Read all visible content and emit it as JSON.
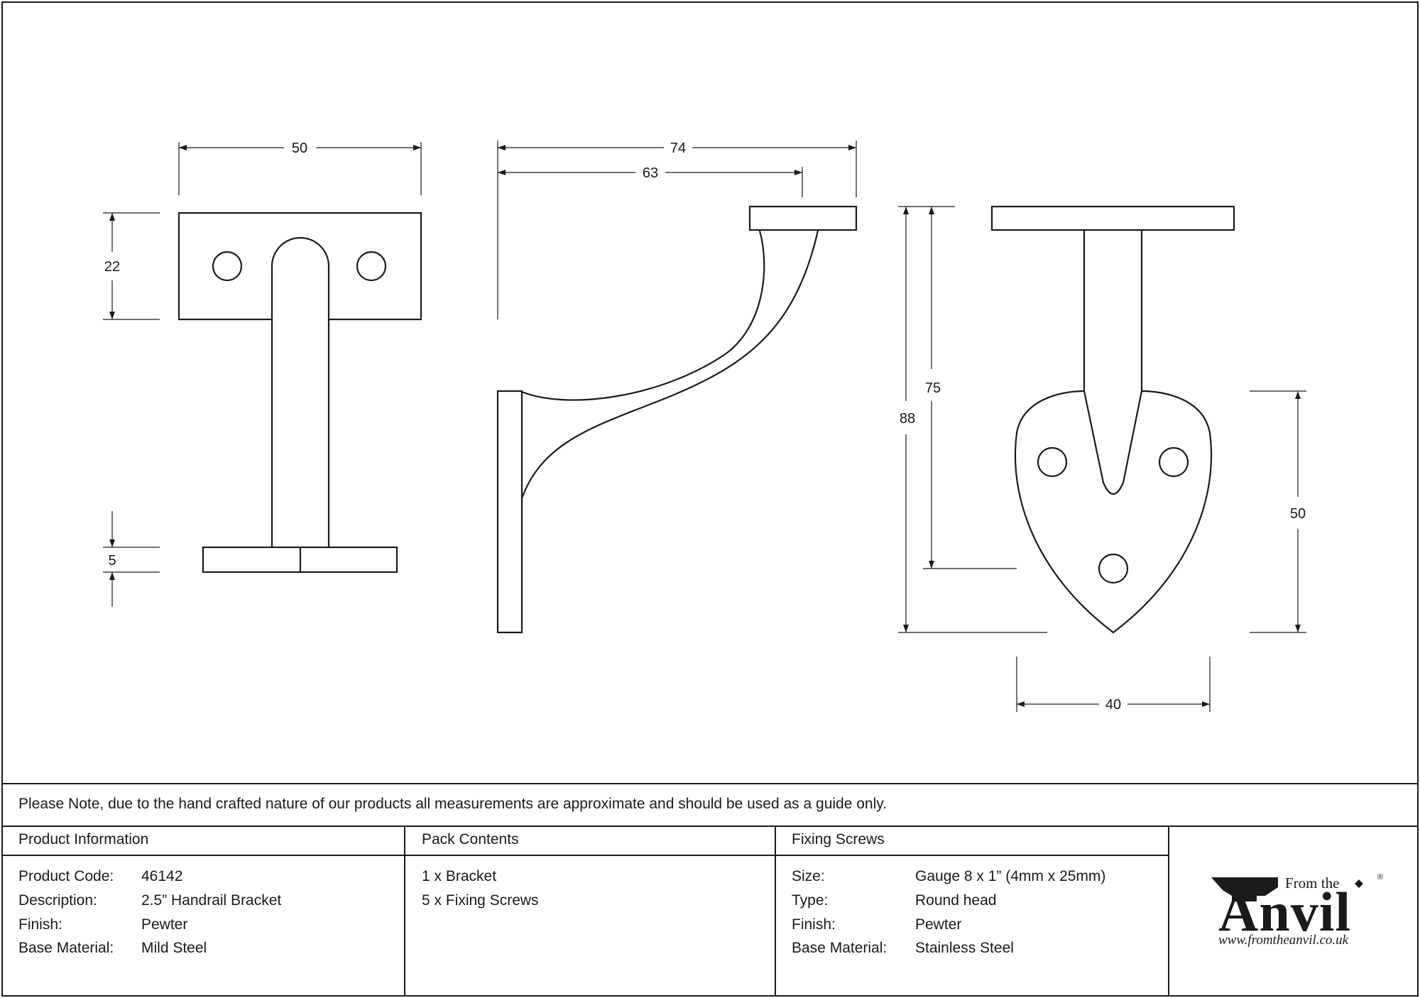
{
  "dimensions": {
    "front_width": "50",
    "front_plate_height": "22",
    "front_base_thickness": "5",
    "side_total_depth": "74",
    "side_arm_depth": "63",
    "back_total_height": "88",
    "back_stem_height": "75",
    "back_plate_height": "50",
    "back_plate_width": "40"
  },
  "note": "Please Note, due to the hand crafted nature of our products all measurements are approximate and should be used as a guide only.",
  "product_info": {
    "title": "Product Information",
    "rows": [
      {
        "label": "Product Code:",
        "value": "46142"
      },
      {
        "label": "Description:",
        "value": "2.5” Handrail Bracket"
      },
      {
        "label": "Finish:",
        "value": "Pewter"
      },
      {
        "label": "Base Material:",
        "value": "Mild Steel"
      }
    ]
  },
  "pack_contents": {
    "title": "Pack Contents",
    "items": [
      "1 x Bracket",
      "5 x Fixing Screws"
    ]
  },
  "fixing_screws": {
    "title": "Fixing Screws",
    "rows": [
      {
        "label": "Size:",
        "value": "Gauge 8 x 1” (4mm x 25mm)"
      },
      {
        "label": "Type:",
        "value": "Round head"
      },
      {
        "label": "Finish:",
        "value": "Pewter"
      },
      {
        "label": "Base Material:",
        "value": "Stainless Steel"
      }
    ]
  },
  "logo": {
    "from_the": "From the",
    "name": "Anvil",
    "registered": "®",
    "url": "www.fromtheanvil.co.uk"
  }
}
